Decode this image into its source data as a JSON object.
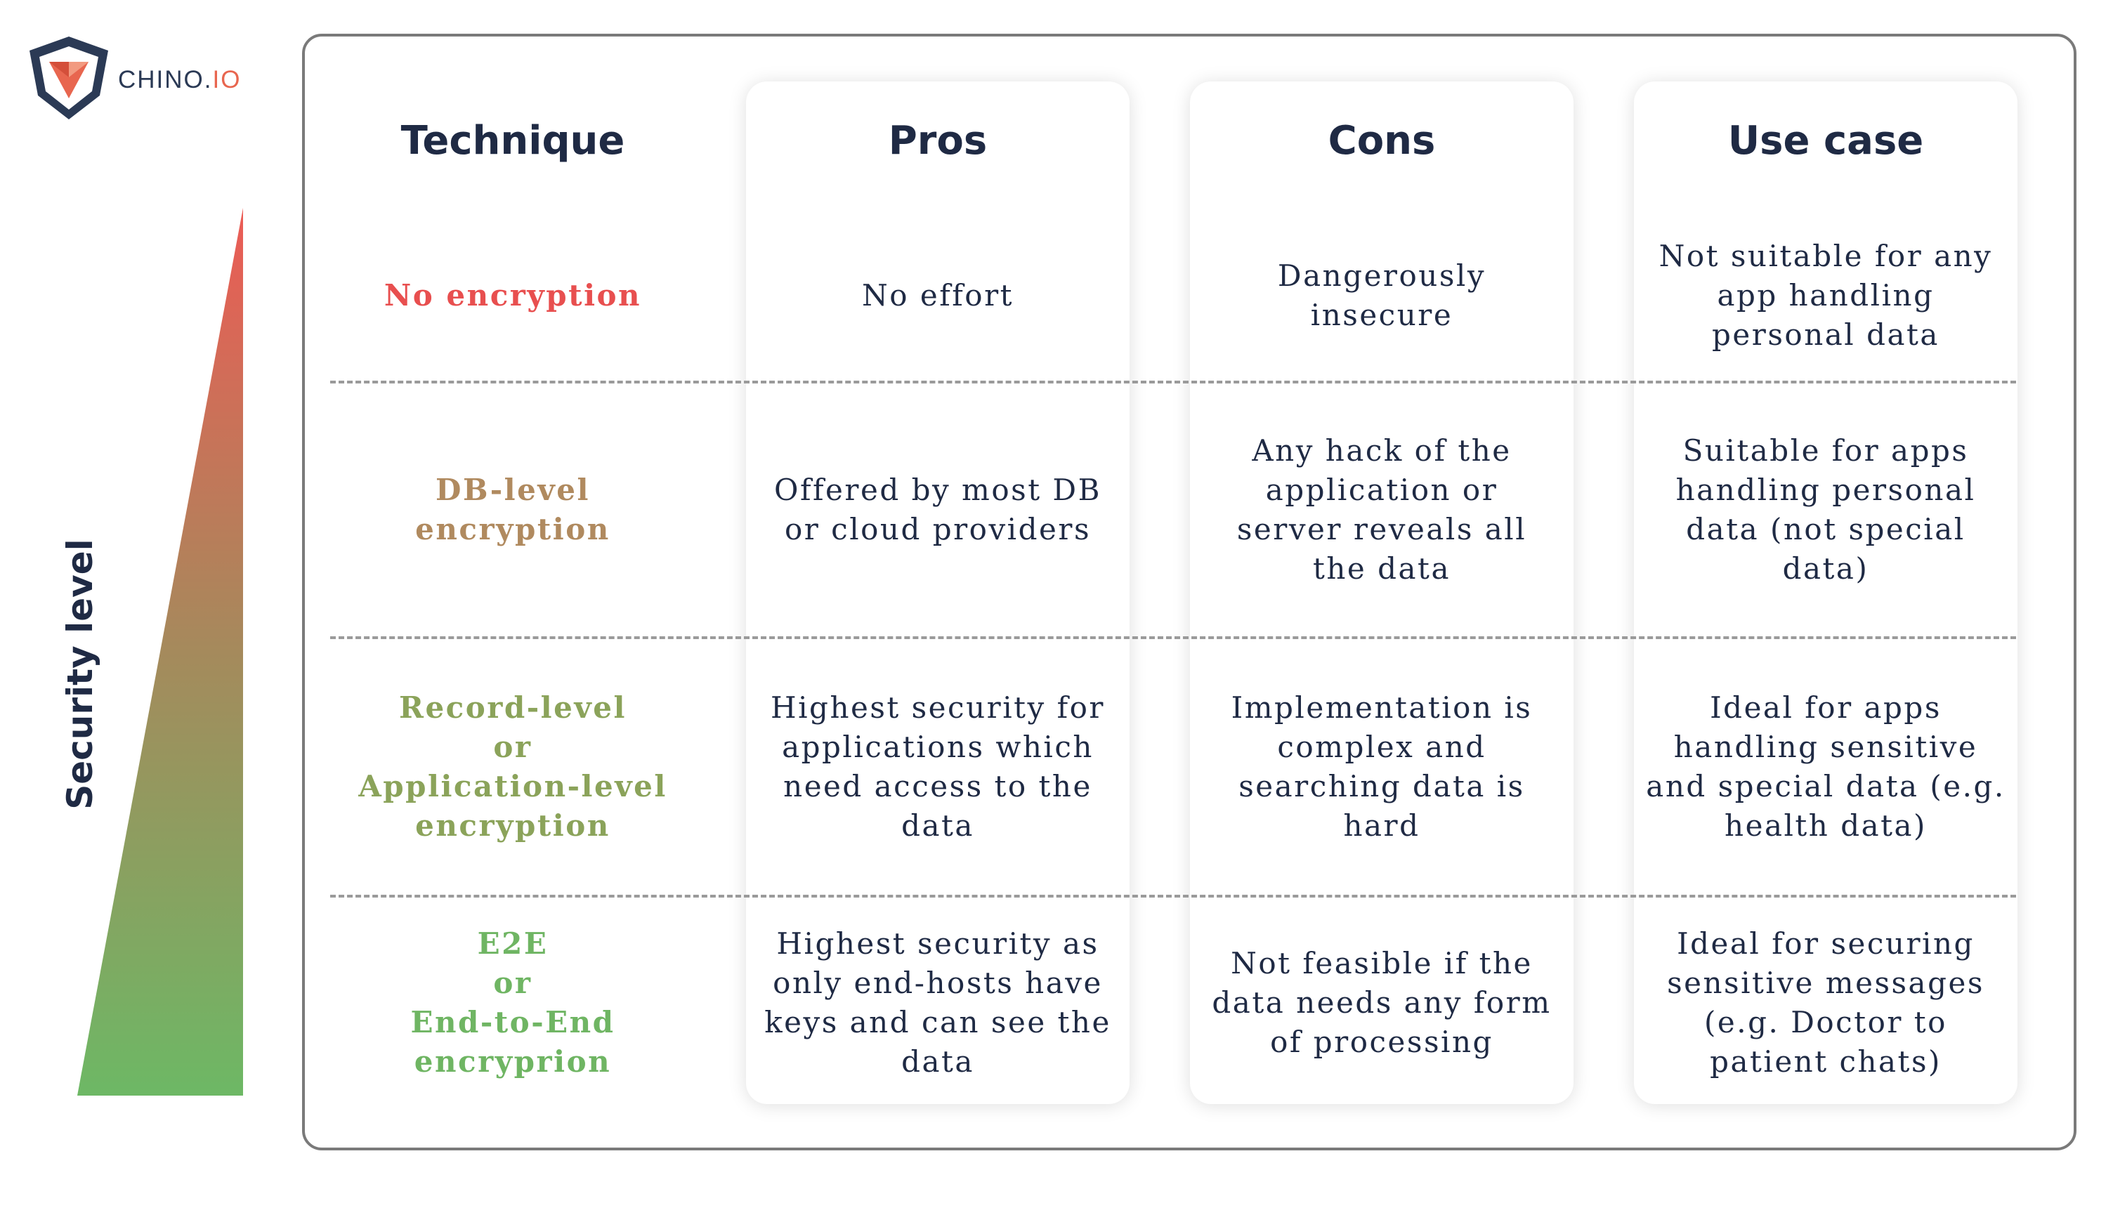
{
  "logo": {
    "text_main": "CHINO.",
    "text_accent": "IO"
  },
  "security_axis": {
    "label": "Security level"
  },
  "colors": {
    "no_encryption": "#e84f4f",
    "db_level": "#b08a5f",
    "record_level": "#8ba35a",
    "e2e": "#6fb563",
    "triangle_top": "#ec5b55",
    "triangle_bottom": "#6db865"
  },
  "table": {
    "headers": {
      "technique": "Technique",
      "pros": "Pros",
      "cons": "Cons",
      "use_case": "Use case"
    },
    "rows": [
      {
        "technique": "No encryption",
        "pros": "No effort",
        "cons": "Dangerously\ninsecure",
        "use_case": "Not suitable for any\napp handling\npersonal data"
      },
      {
        "technique": "DB-level encryption",
        "pros": "Offered by most DB\nor cloud providers",
        "cons": "Any hack of the\napplication or\nserver reveals all\nthe data",
        "use_case": "Suitable for apps\nhandling personal\ndata (not special\ndata)"
      },
      {
        "technique": "Record-level\nor\nApplication-level\nencryption",
        "pros": "Highest security for\napplications which\nneed access to the\ndata",
        "cons": "Implementation is\ncomplex and\nsearching data is\nhard",
        "use_case": "Ideal for apps\nhandling sensitive\nand special data (e.g.\nhealth data)"
      },
      {
        "technique": "E2E\nor\nEnd-to-End\nencryprion",
        "pros": "Highest security as\nonly end-hosts have\nkeys and can see the\ndata",
        "cons": "Not feasible if the\ndata needs any form\nof processing",
        "use_case": "Ideal for securing\nsensitive messages\n(e.g. Doctor to\npatient chats)"
      }
    ]
  }
}
